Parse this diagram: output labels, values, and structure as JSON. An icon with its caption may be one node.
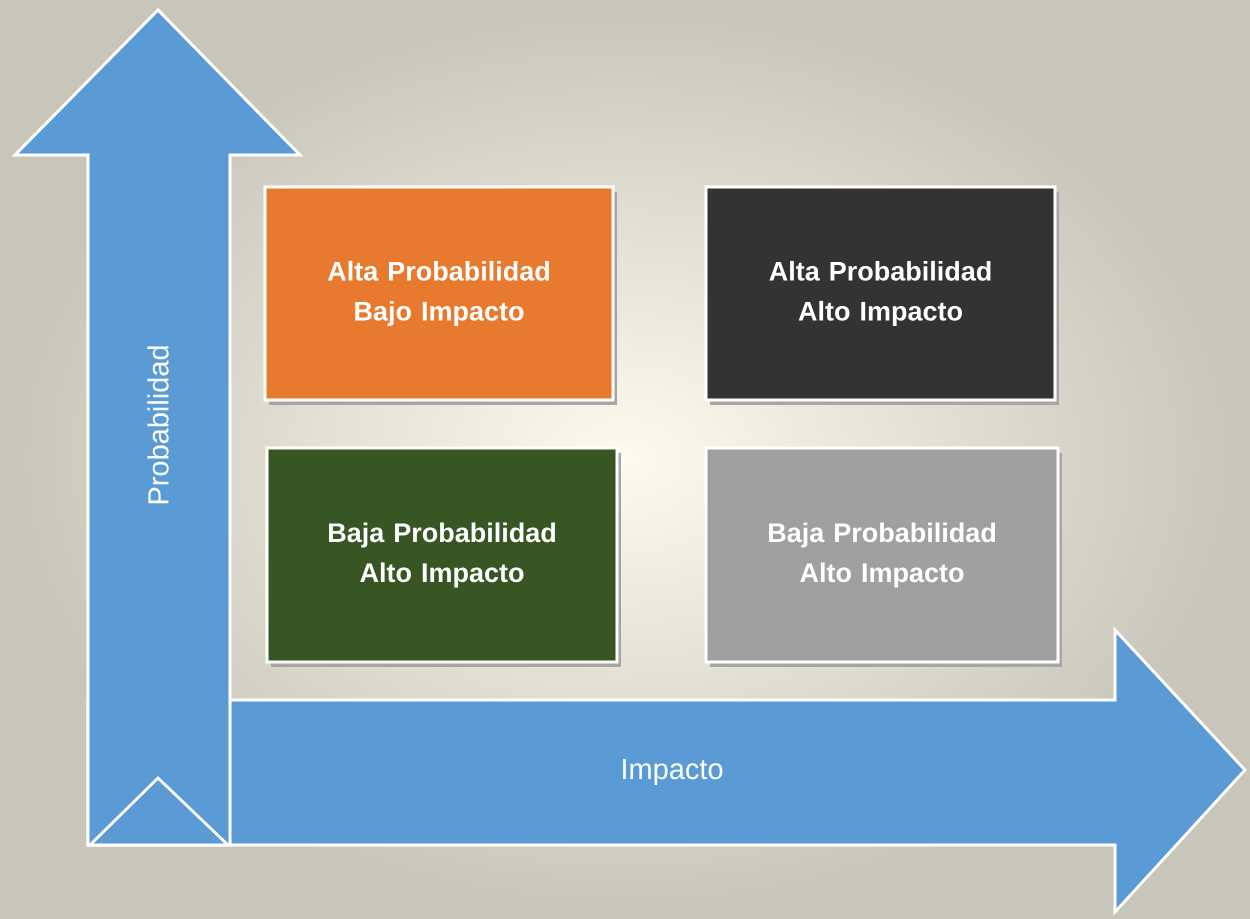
{
  "diagram": {
    "nodes": [
      {
        "text": [
          "Probabilidad"
        ]
      },
      {
        "text": [
          "Impacto"
        ]
      },
      {
        "text": [
          "Alta Probabilidad Bajo Impacto"
        ]
      },
      {
        "text": [
          "Alta Probabilidad Alto Impacto"
        ]
      },
      {
        "text": [
          "Baja Probabilidad Alto Impacto"
        ]
      },
      {
        "text": [
          "Baja Probabilidad Alto Impacto"
        ]
      }
    ]
  }
}
